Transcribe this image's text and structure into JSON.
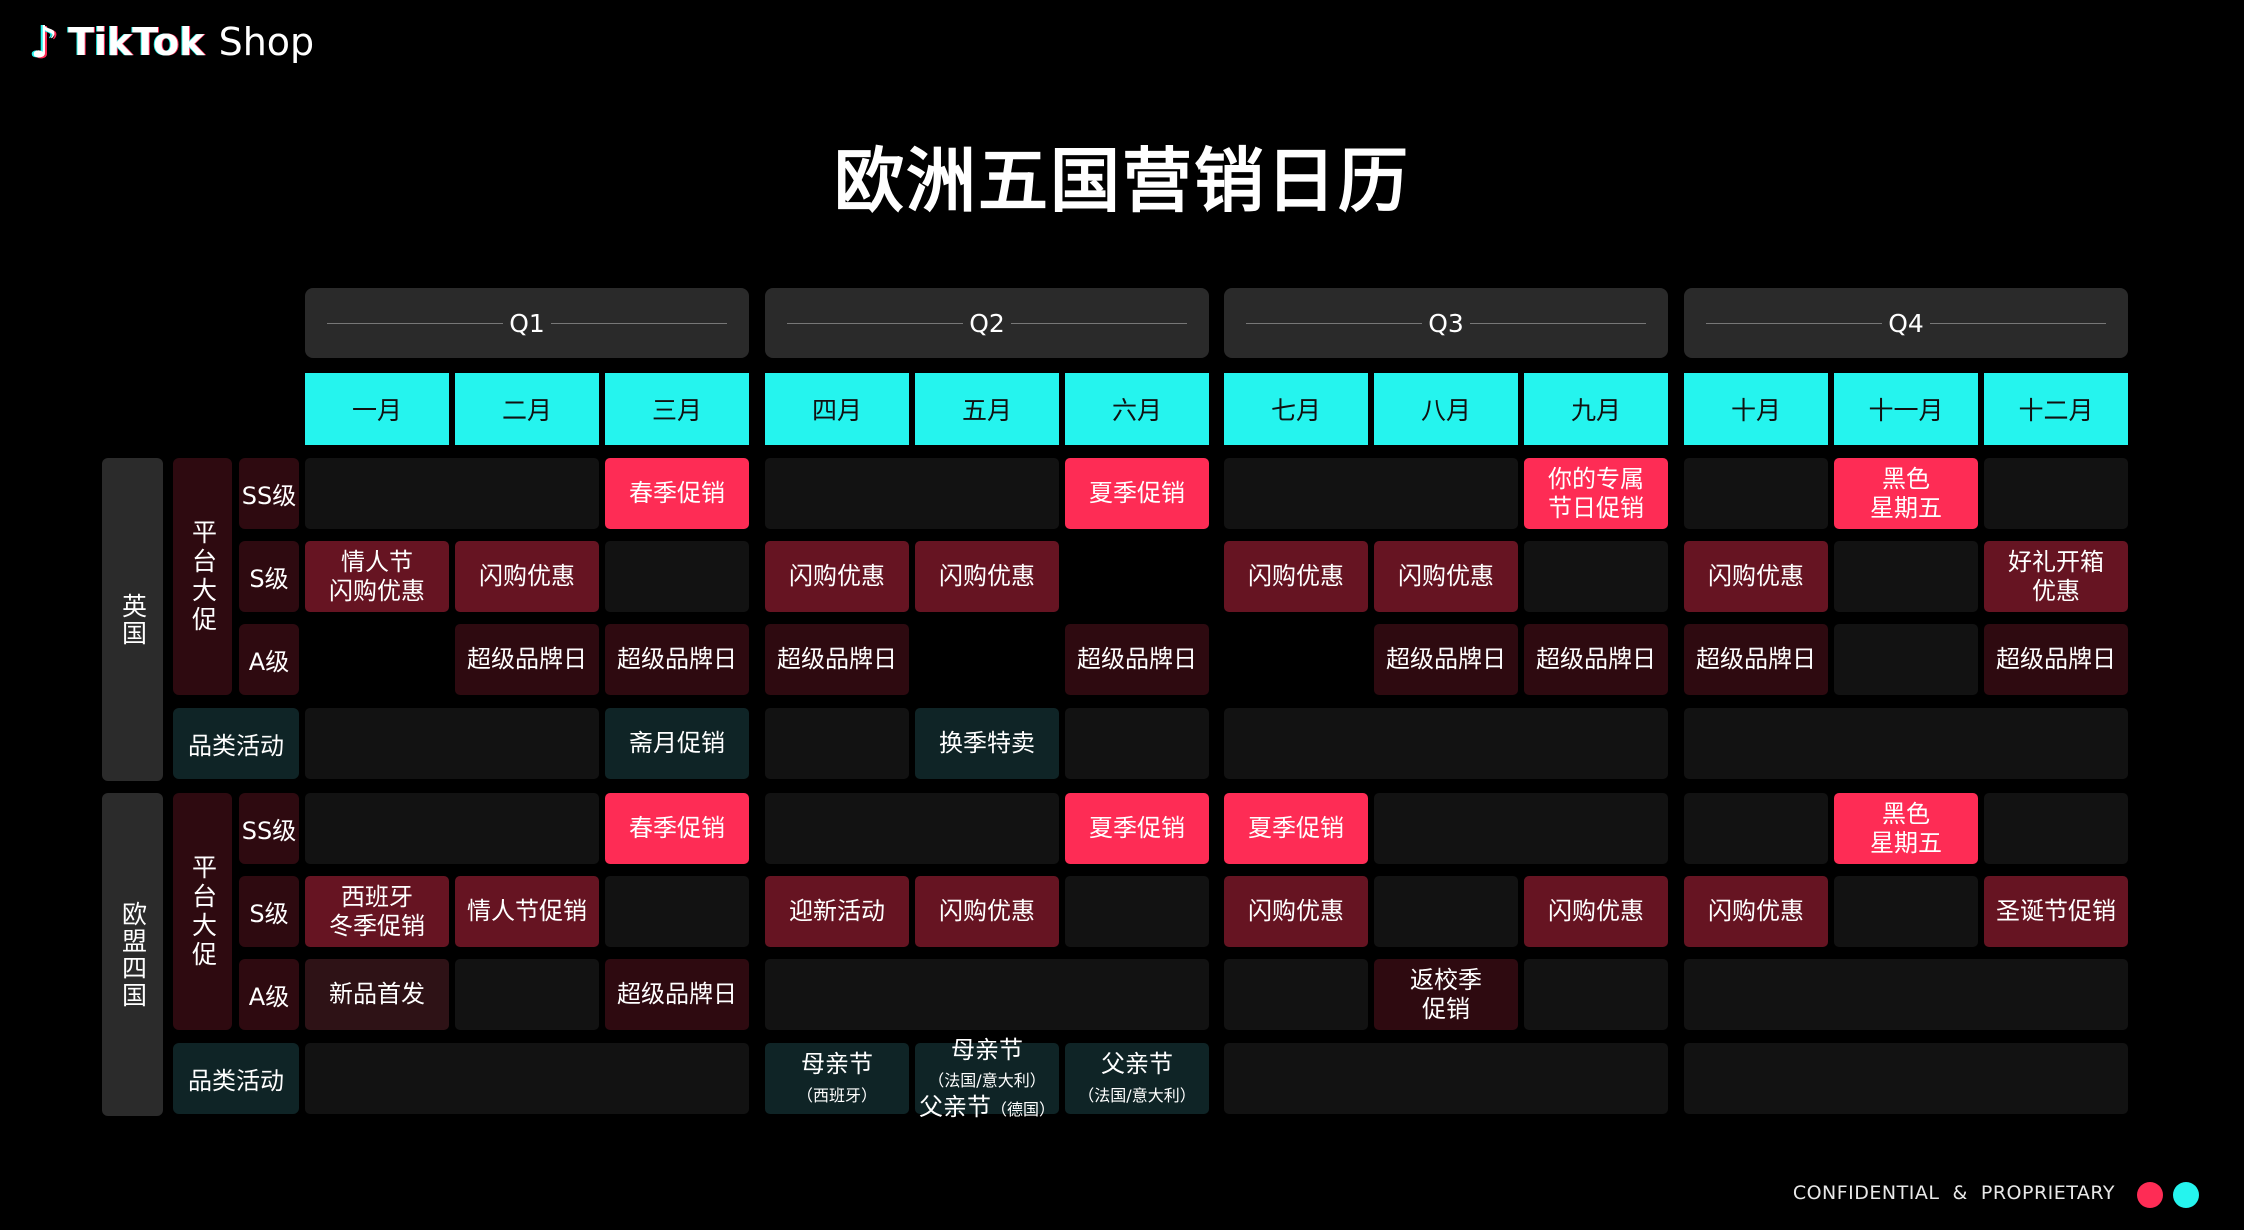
{
  "logo": {
    "text": "TikTok",
    "suffix": "Shop",
    "icon": "tiktok-note-icon"
  },
  "title": "欧洲五国营销日历",
  "colors": {
    "accent_red": "#fe2c55",
    "accent_cyan": "#25f4ee",
    "s_level": "#661422",
    "a_level": "#2e0a10",
    "category": "#0f2426"
  },
  "quarters": [
    "Q1",
    "Q2",
    "Q3",
    "Q4"
  ],
  "months": [
    "一月",
    "二月",
    "三月",
    "四月",
    "五月",
    "六月",
    "七月",
    "八月",
    "九月",
    "十月",
    "十一月",
    "十二月"
  ],
  "sections": [
    {
      "country": "英国",
      "platform_label": "平台大促",
      "rows": [
        {
          "label": "SS级",
          "cells": [
            {
              "m": 1,
              "span": 2,
              "style": "empty"
            },
            {
              "m": 3,
              "span": 1,
              "style": "ss",
              "lines": [
                "春季促销"
              ]
            },
            {
              "m": 4,
              "span": 2,
              "style": "empty"
            },
            {
              "m": 6,
              "span": 1,
              "style": "ss",
              "lines": [
                "夏季促销"
              ]
            },
            {
              "m": 7,
              "span": 2,
              "style": "empty"
            },
            {
              "m": 9,
              "span": 1,
              "style": "ss",
              "lines": [
                "你的专属",
                "节日促销"
              ]
            },
            {
              "m": 10,
              "span": 1,
              "style": "empty"
            },
            {
              "m": 11,
              "span": 1,
              "style": "ss",
              "lines": [
                "黑色",
                "星期五"
              ]
            },
            {
              "m": 12,
              "span": 1,
              "style": "empty"
            }
          ]
        },
        {
          "label": "S级",
          "cells": [
            {
              "m": 1,
              "span": 1,
              "style": "s",
              "lines": [
                "情人节",
                "闪购优惠"
              ]
            },
            {
              "m": 2,
              "span": 1,
              "style": "s",
              "lines": [
                "闪购优惠"
              ]
            },
            {
              "m": 3,
              "span": 1,
              "style": "empty"
            },
            {
              "m": 4,
              "span": 1,
              "style": "s",
              "lines": [
                "闪购优惠"
              ]
            },
            {
              "m": 5,
              "span": 1,
              "style": "s",
              "lines": [
                "闪购优惠"
              ]
            },
            {
              "m": 7,
              "span": 1,
              "style": "s",
              "lines": [
                "闪购优惠"
              ]
            },
            {
              "m": 8,
              "span": 1,
              "style": "s",
              "lines": [
                "闪购优惠"
              ]
            },
            {
              "m": 9,
              "span": 1,
              "style": "empty"
            },
            {
              "m": 10,
              "span": 1,
              "style": "s",
              "lines": [
                "闪购优惠"
              ]
            },
            {
              "m": 11,
              "span": 1,
              "style": "empty"
            },
            {
              "m": 12,
              "span": 1,
              "style": "s",
              "lines": [
                "好礼开箱",
                "优惠"
              ]
            }
          ]
        },
        {
          "label": "A级",
          "cells": [
            {
              "m": 2,
              "span": 1,
              "style": "a",
              "lines": [
                "超级品牌日"
              ]
            },
            {
              "m": 3,
              "span": 1,
              "style": "a",
              "lines": [
                "超级品牌日"
              ]
            },
            {
              "m": 4,
              "span": 1,
              "style": "a",
              "lines": [
                "超级品牌日"
              ]
            },
            {
              "m": 6,
              "span": 1,
              "style": "a",
              "lines": [
                "超级品牌日"
              ]
            },
            {
              "m": 8,
              "span": 1,
              "style": "a",
              "lines": [
                "超级品牌日"
              ]
            },
            {
              "m": 9,
              "span": 1,
              "style": "a",
              "lines": [
                "超级品牌日"
              ]
            },
            {
              "m": 10,
              "span": 1,
              "style": "a",
              "lines": [
                "超级品牌日"
              ]
            },
            {
              "m": 11,
              "span": 1,
              "style": "empty"
            },
            {
              "m": 12,
              "span": 1,
              "style": "a",
              "lines": [
                "超级品牌日"
              ]
            }
          ]
        },
        {
          "label": "品类活动",
          "category": true,
          "cells": [
            {
              "m": 1,
              "span": 2,
              "style": "empty"
            },
            {
              "m": 3,
              "span": 1,
              "style": "cat",
              "lines": [
                "斋月促销"
              ]
            },
            {
              "m": 4,
              "span": 1,
              "style": "empty"
            },
            {
              "m": 5,
              "span": 1,
              "style": "cat",
              "lines": [
                "换季特卖"
              ]
            },
            {
              "m": 6,
              "span": 1,
              "style": "empty"
            },
            {
              "m": 7,
              "span": 3,
              "style": "empty"
            },
            {
              "m": 10,
              "span": 3,
              "style": "empty"
            }
          ]
        }
      ]
    },
    {
      "country": "欧盟四国",
      "platform_label": "平台大促",
      "rows": [
        {
          "label": "SS级",
          "cells": [
            {
              "m": 1,
              "span": 2,
              "style": "empty"
            },
            {
              "m": 3,
              "span": 1,
              "style": "ss",
              "lines": [
                "春季促销"
              ]
            },
            {
              "m": 4,
              "span": 2,
              "style": "empty"
            },
            {
              "m": 6,
              "span": 1,
              "style": "ss",
              "lines": [
                "夏季促销"
              ]
            },
            {
              "m": 7,
              "span": 1,
              "style": "ss",
              "lines": [
                "夏季促销"
              ]
            },
            {
              "m": 8,
              "span": 2,
              "style": "empty"
            },
            {
              "m": 10,
              "span": 1,
              "style": "empty"
            },
            {
              "m": 11,
              "span": 1,
              "style": "ss",
              "lines": [
                "黑色",
                "星期五"
              ]
            },
            {
              "m": 12,
              "span": 1,
              "style": "empty"
            }
          ]
        },
        {
          "label": "S级",
          "cells": [
            {
              "m": 1,
              "span": 1,
              "style": "s",
              "lines": [
                "西班牙",
                "冬季促销"
              ]
            },
            {
              "m": 2,
              "span": 1,
              "style": "s",
              "lines": [
                "情人节促销"
              ]
            },
            {
              "m": 3,
              "span": 1,
              "style": "empty"
            },
            {
              "m": 4,
              "span": 1,
              "style": "s",
              "lines": [
                "迎新活动"
              ]
            },
            {
              "m": 5,
              "span": 1,
              "style": "s",
              "lines": [
                "闪购优惠"
              ]
            },
            {
              "m": 6,
              "span": 1,
              "style": "empty"
            },
            {
              "m": 7,
              "span": 1,
              "style": "s",
              "lines": [
                "闪购优惠"
              ]
            },
            {
              "m": 8,
              "span": 1,
              "style": "empty"
            },
            {
              "m": 9,
              "span": 1,
              "style": "s",
              "lines": [
                "闪购优惠"
              ]
            },
            {
              "m": 10,
              "span": 1,
              "style": "s",
              "lines": [
                "闪购优惠"
              ]
            },
            {
              "m": 11,
              "span": 1,
              "style": "empty"
            },
            {
              "m": 12,
              "span": 1,
              "style": "s",
              "lines": [
                "圣诞节促销"
              ]
            }
          ]
        },
        {
          "label": "A级",
          "cells": [
            {
              "m": 1,
              "span": 1,
              "style": "a2",
              "lines": [
                "新品首发"
              ]
            },
            {
              "m": 2,
              "span": 1,
              "style": "empty"
            },
            {
              "m": 3,
              "span": 1,
              "style": "a",
              "lines": [
                "超级品牌日"
              ]
            },
            {
              "m": 4,
              "span": 3,
              "style": "empty"
            },
            {
              "m": 7,
              "span": 1,
              "style": "empty"
            },
            {
              "m": 8,
              "span": 1,
              "style": "a",
              "lines": [
                "返校季",
                "促销"
              ]
            },
            {
              "m": 9,
              "span": 1,
              "style": "empty"
            },
            {
              "m": 10,
              "span": 3,
              "style": "empty"
            }
          ]
        },
        {
          "label": "品类活动",
          "category": true,
          "cells": [
            {
              "m": 1,
              "span": 3,
              "style": "empty"
            },
            {
              "m": 4,
              "span": 1,
              "style": "cat",
              "lines": [
                "母亲节",
                {
                  "small": "（西班牙）"
                }
              ]
            },
            {
              "m": 5,
              "span": 1,
              "style": "cat",
              "lines": [
                "母亲节",
                {
                  "small": "（法国/意大利）"
                },
                [
                  "父亲节",
                  {
                    "small": "（德国）"
                  }
                ]
              ]
            },
            {
              "m": 6,
              "span": 1,
              "style": "cat",
              "lines": [
                "父亲节",
                {
                  "small": "（法国/意大利）"
                }
              ]
            },
            {
              "m": 7,
              "span": 3,
              "style": "empty"
            },
            {
              "m": 10,
              "span": 3,
              "style": "empty"
            }
          ]
        }
      ]
    }
  ],
  "footer": {
    "text": "CONFIDENTIAL  &  PROPRIETARY",
    "dots": [
      "#fe2c55",
      "#25f4ee"
    ]
  }
}
